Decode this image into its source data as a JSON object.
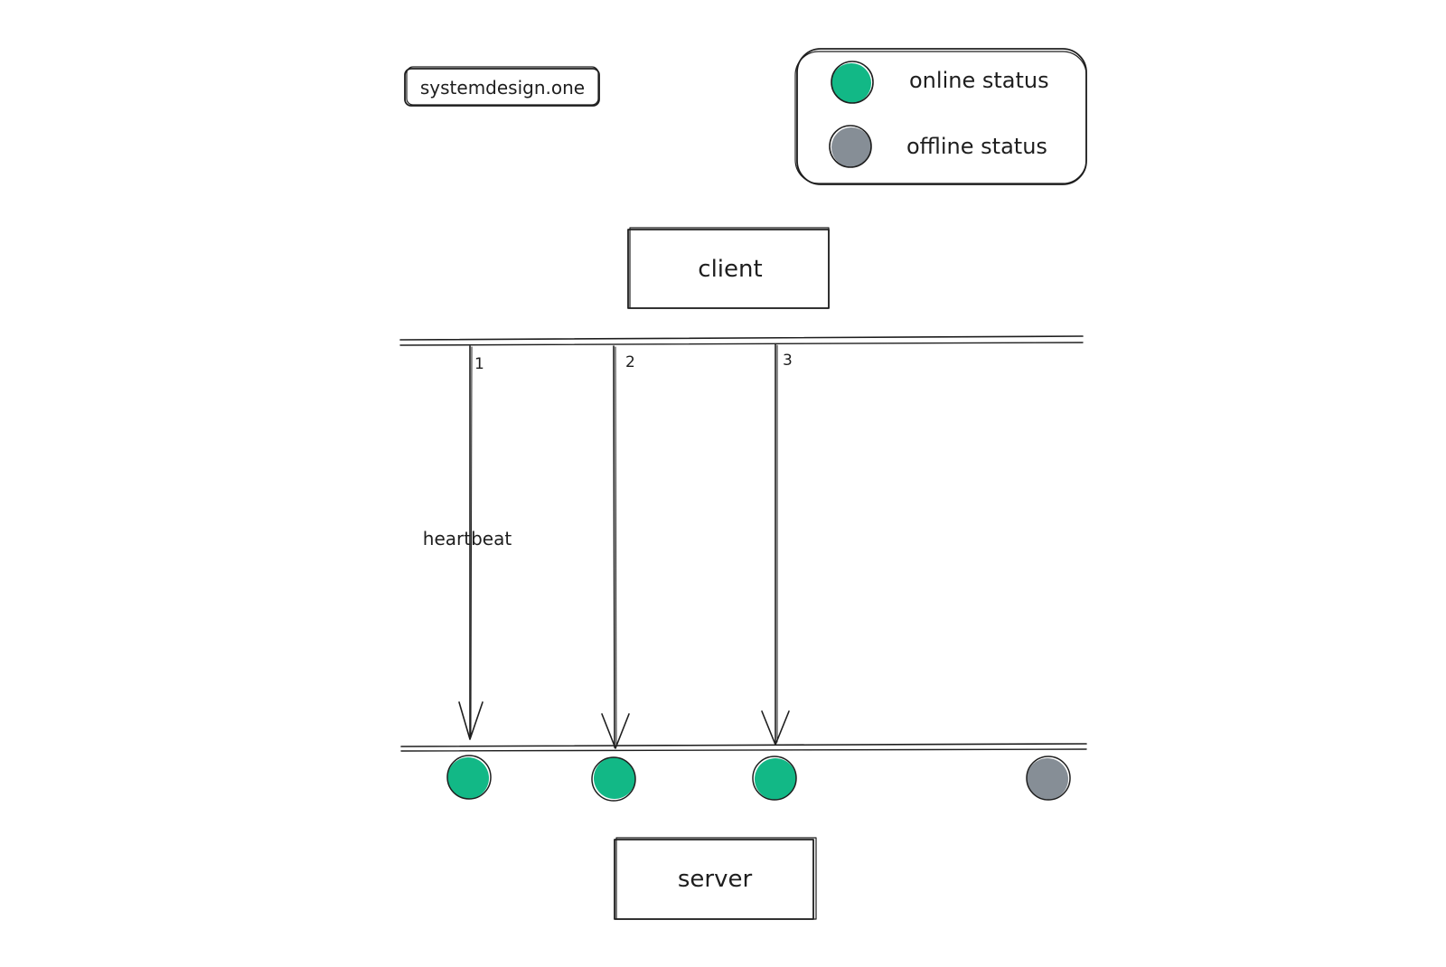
{
  "brand": {
    "label": "systemdesign.one"
  },
  "legend": {
    "items": [
      {
        "label": "online status",
        "color": "#12b886"
      },
      {
        "label": "offline status",
        "color": "#868e96"
      }
    ]
  },
  "nodes": {
    "client": "client",
    "server": "server"
  },
  "arrows": [
    {
      "number": "1",
      "label": "heartbeat"
    },
    {
      "number": "2",
      "label": ""
    },
    {
      "number": "3",
      "label": ""
    }
  ],
  "status_dots": [
    {
      "status": "online",
      "color": "#12b886"
    },
    {
      "status": "online",
      "color": "#12b886"
    },
    {
      "status": "online",
      "color": "#12b886"
    },
    {
      "status": "offline",
      "color": "#868e96"
    }
  ],
  "colors": {
    "ink": "#1e1e1e",
    "hatch": "#d0d0d0",
    "background": "#ffffff"
  }
}
